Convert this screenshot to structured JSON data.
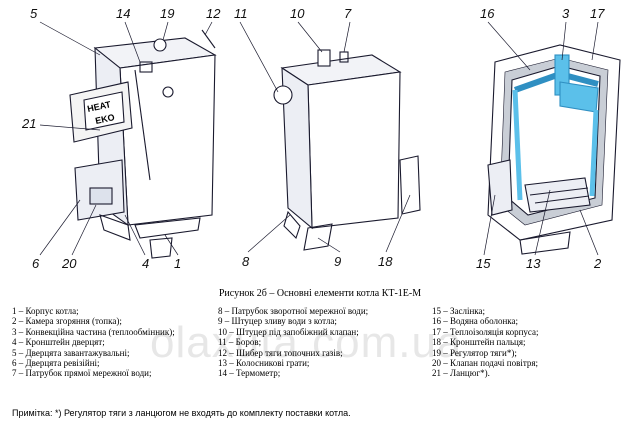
{
  "callouts": [
    "5",
    "14",
    "19",
    "12",
    "21",
    "6",
    "20",
    "4",
    "1",
    "11",
    "10",
    "7",
    "8",
    "9",
    "18",
    "16",
    "3",
    "17",
    "15",
    "13",
    "2"
  ],
  "brand": {
    "heat": "HEAT",
    "eko": "EKO"
  },
  "caption": "Рисунок 2б – Основні елементи котла КТ-1Е-М",
  "legend_col1": [
    "1 – Корпус котла;",
    "2 – Камера згоряння (топка);",
    "3 – Конвекційна частина (теплообмінник);",
    "4 – Кронштейн дверцят;",
    "5 – Дверцята завантажувальні;",
    "6 – Дверцята ревізійні;",
    "7 – Патрубок прямої мережної води;"
  ],
  "legend_col2": [
    "8 – Патрубок зворотної мережної води;",
    "9 – Штуцер зливу води з котла;",
    "10 – Штуцер під запобіжний клапан;",
    "11 – Боров;",
    "12 – Шибер тяги топочних газів;",
    "13 – Колосникові грати;",
    "14 – Термометр;"
  ],
  "legend_col3": [
    "15 – Заслінка;",
    "16 – Водяна оболонка;",
    "17 – Теплоізоляція корпуса;",
    "18 – Кронштейн пальця;",
    "19 – Регулятор тяги*);",
    "20 – Клапан подачі повітря;",
    "21 – Ланцюг*)."
  ],
  "note": "Примітка: *) Регулятор тяги з ланцюгом не входять до комплекту поставки котла.",
  "watermark": "olaxuta.com.ua",
  "colors": {
    "outline": "#1a1a2e",
    "water_jacket": "#5bc0ea",
    "insulation": "#c9ced6"
  }
}
